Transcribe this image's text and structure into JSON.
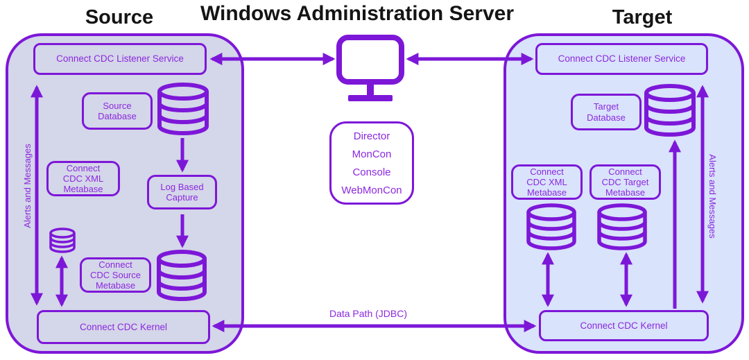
{
  "colors": {
    "accent": "#7D17D8",
    "label_text": "#8B28DE",
    "source_panel_fill": "#D4D6E9",
    "target_panel_fill": "#D9E3FB",
    "title_text": "#141414",
    "server_icon_fill": "#FFFFFF"
  },
  "titles": {
    "source": "Source",
    "server": "Windows Administration Server",
    "target": "Target"
  },
  "source_panel": {
    "listener": "Connect CDC Listener Service",
    "database": "Source\nDatabase",
    "xml_metabase": "Connect\nCDC XML\nMetabase",
    "log_capture": "Log Based\nCapture",
    "source_metabase": "Connect\nCDC Source\nMetabase",
    "kernel": "Connect CDC Kernel",
    "alerts": "Alerts and Messages"
  },
  "admin_server": {
    "tools": [
      "Director",
      "MonCon",
      "Console",
      "WebMonCon"
    ]
  },
  "connections": {
    "data_path": "Data Path (JDBC)"
  },
  "target_panel": {
    "listener": "Connect CDC Listener Service",
    "database": "Target\nDatabase",
    "xml_metabase": "Connect\nCDC XML\nMetabase",
    "target_metabase": "Connect\nCDC Target\nMetabase",
    "kernel": "Connect CDC Kernel",
    "alerts": "Alerts and Messages"
  }
}
